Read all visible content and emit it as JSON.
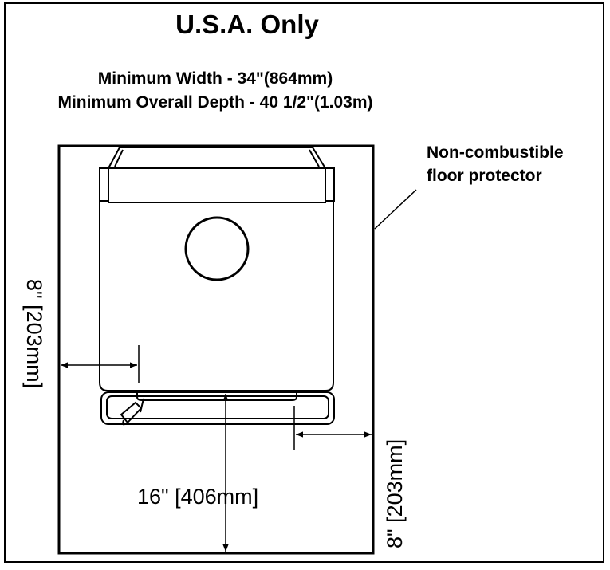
{
  "title": "U.S.A. Only",
  "requirements": {
    "min_width": "Minimum Width - 34\"(864mm)",
    "min_depth": "Minimum Overall Depth - 40 1/2\"(1.03m)"
  },
  "callout": {
    "line1": "Non-combustible",
    "line2": "floor protector"
  },
  "dimensions": {
    "left_clearance": "8\" [203mm]",
    "right_clearance": "8\" [203mm]",
    "front_clearance": "16\" [406mm]"
  }
}
